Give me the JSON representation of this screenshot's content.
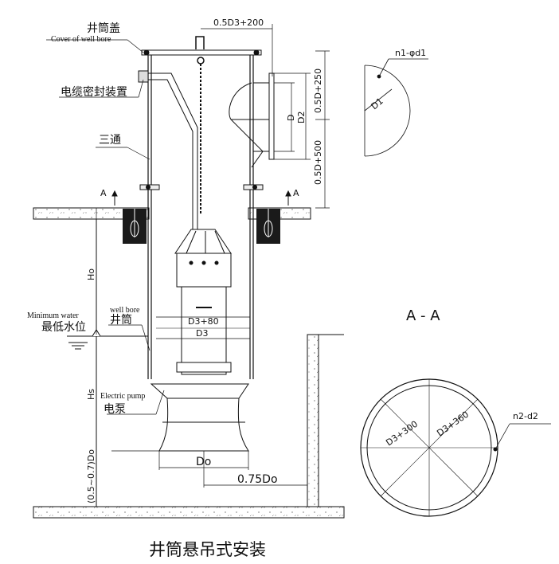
{
  "caption": "井筒悬吊式安装",
  "labels": {
    "cover_cn": "井筒盖",
    "cover_en": "Cover of well bore",
    "cable_seal_cn": "电缆密封装置",
    "tee_cn": "三通",
    "min_water_en": "Minimum water",
    "min_water_cn": "最低水位",
    "well_bore_en": "well bore",
    "well_bore_cn": "井筒",
    "pump_en": "Electric pump",
    "pump_cn": "电泵"
  },
  "dimensions": {
    "top_width": "0.5D3+200",
    "upper_height": "0.5D+250",
    "lower_height": "0.5D+500",
    "pipe_d": "D",
    "pipe_d2": "D2",
    "hole_spec": "n1-φd1",
    "hole_circle": "D1",
    "ho": "Ho",
    "hs": "Hs",
    "bottom_gap": "(0.5~0.7)Do",
    "d3_80": "D3+80",
    "d3": "D3",
    "do": "Do",
    "offset": "0.75Do",
    "d3_300": "D3+300",
    "d3_360": "D3+360",
    "hole_spec2": "n2-d2",
    "section_mark": "A",
    "section_title": "A - A"
  }
}
